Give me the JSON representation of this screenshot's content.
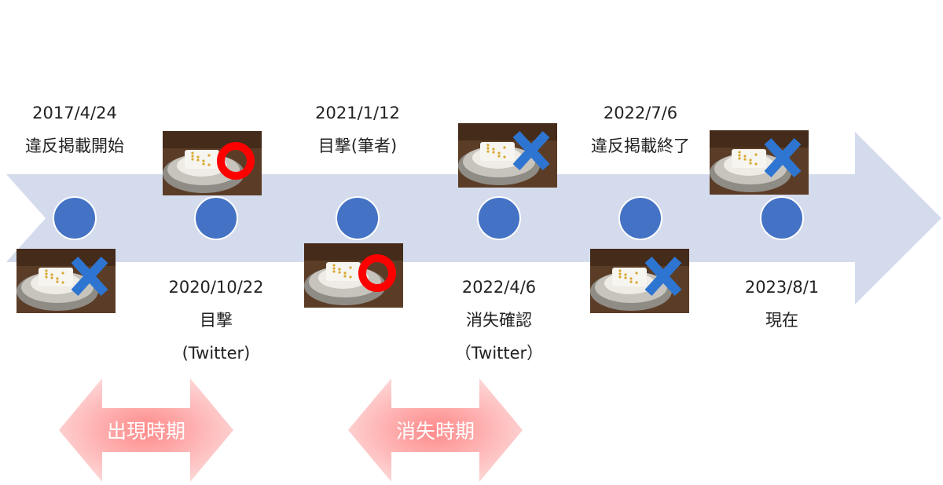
{
  "colors": {
    "timeline_arrow": "#d4dbed",
    "marker": "#4472c4",
    "marker_stroke": "#ffffff",
    "appeared_mark": "#ff0000",
    "disappeared_mark": "#2e75d1",
    "period_arrow": "#f6a8a8",
    "period_text": "#ffffff"
  },
  "events": [
    {
      "date": "2017/4/24",
      "description": [
        "違反掲載開始"
      ],
      "photo_mark": "cross-icon"
    },
    {
      "date": "2020/10/22",
      "description": [
        "目撃",
        "(Twitter)"
      ],
      "photo_mark": "circle-icon"
    },
    {
      "date": "2021/1/12",
      "description": [
        "目撃(筆者)"
      ],
      "photo_mark": "circle-icon"
    },
    {
      "date": "2022/4/6",
      "description": [
        "消失確認",
        "（Twitter）"
      ],
      "photo_mark": "cross-icon"
    },
    {
      "date": "2022/7/6",
      "description": [
        "違反掲載終了"
      ],
      "photo_mark": "cross-icon"
    },
    {
      "date": "2023/8/1",
      "description": [
        "現在"
      ],
      "photo_mark": "cross-icon"
    }
  ],
  "periods": [
    {
      "label": "出現時期"
    },
    {
      "label": "消失時期"
    }
  ]
}
